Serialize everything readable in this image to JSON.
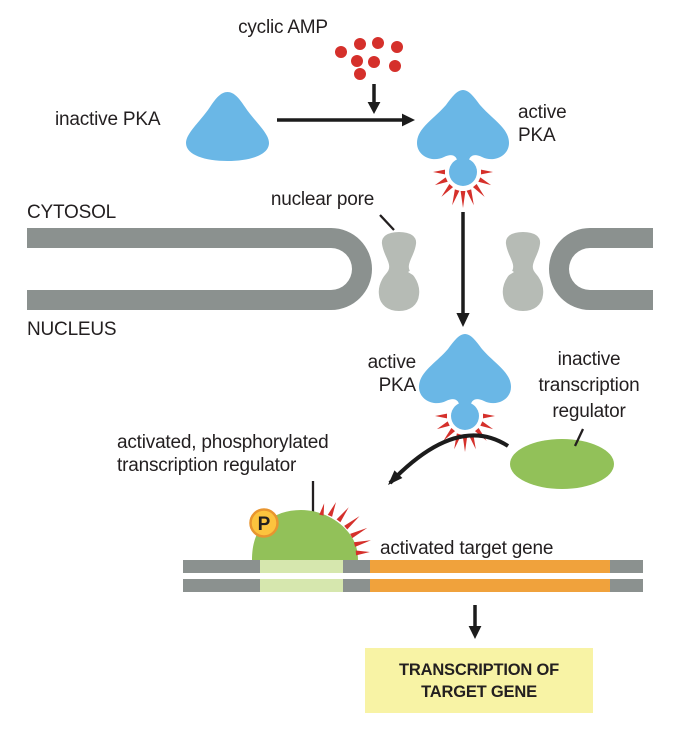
{
  "labels": {
    "cyclic_amp": "cyclic AMP",
    "inactive_pka": "inactive PKA",
    "active_pka_cytosol": "active\nPKA",
    "cytosol": "CYTOSOL",
    "nuclear_pore": "nuclear pore",
    "nucleus": "NUCLEUS",
    "active_pka_nucleus": "active\nPKA",
    "inactive_regulator": "inactive\ntranscription\nregulator",
    "activated_regulator": "activated, phosphorylated\ntranscription regulator",
    "phosphate": "P",
    "activated_target_gene": "activated target gene",
    "transcription_box": "TRANSCRIPTION OF\nTARGET GENE"
  },
  "colors": {
    "pka_blue": "#6ab7e6",
    "camp_red": "#d5302b",
    "membrane_gray": "#8b918f",
    "pore_gray": "#b6bbb5",
    "regulator_green": "#92c159",
    "regulatory_dna_green": "#d6e7ae",
    "target_gene_orange": "#f0a23c",
    "dna_gray": "#8b918f",
    "phosphate_yellow": "#fcc43e",
    "phosphate_border": "#e8952f",
    "transcription_box_yellow": "#f8f3a5",
    "arrow_black": "#1c1c1c",
    "text": "#231f20"
  }
}
